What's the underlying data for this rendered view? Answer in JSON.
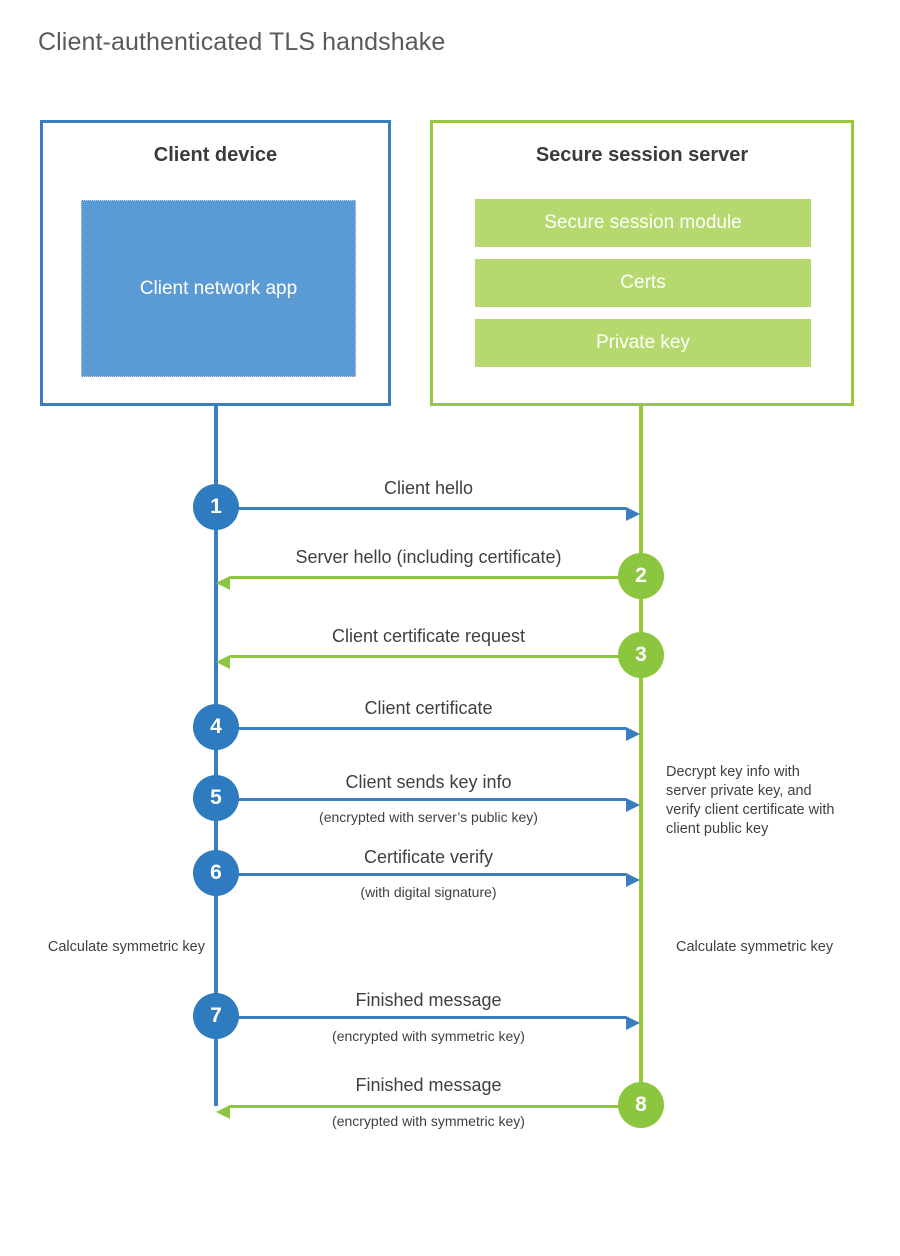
{
  "title": "Client-authenticated TLS handshake",
  "colors": {
    "client_blue_border": "#3a7ebf",
    "client_app_fill": "#5b9bd5",
    "server_green_border": "#97c93d",
    "server_module_fill": "#b5d96f",
    "arrow_blue": "#3a7ebf",
    "arrow_green": "#8cc63f",
    "step_blue": "#2e7cbf",
    "step_green": "#8cc63f",
    "text": "#3f3f3f",
    "title_text": "#5a5a5a",
    "background": "#ffffff"
  },
  "client": {
    "title": "Client device",
    "app_label": "Client network app"
  },
  "server": {
    "title": "Secure session server",
    "modules": [
      {
        "label": "Secure session module"
      },
      {
        "label": "Certs"
      },
      {
        "label": "Private key"
      }
    ]
  },
  "steps": [
    {
      "number": "1",
      "label": "Client hello",
      "sublabel": "",
      "direction": "client-to-server",
      "color": "blue"
    },
    {
      "number": "2",
      "label": "Server hello (including certificate)",
      "sublabel": "",
      "direction": "server-to-client",
      "color": "green"
    },
    {
      "number": "3",
      "label": "Client certificate request",
      "sublabel": "",
      "direction": "server-to-client",
      "color": "green"
    },
    {
      "number": "4",
      "label": "Client certificate",
      "sublabel": "",
      "direction": "client-to-server",
      "color": "blue"
    },
    {
      "number": "5",
      "label": "Client sends key info",
      "sublabel": "(encrypted with server’s public key)",
      "direction": "client-to-server",
      "color": "blue"
    },
    {
      "number": "6",
      "label": "Certificate verify",
      "sublabel": "(with digital signature)",
      "direction": "client-to-server",
      "color": "blue"
    },
    {
      "number": "7",
      "label": "Finished message",
      "sublabel": "(encrypted with symmetric key)",
      "direction": "client-to-server",
      "color": "blue"
    },
    {
      "number": "8",
      "label": "Finished message",
      "sublabel": "(encrypted with symmetric key)",
      "direction": "server-to-client",
      "color": "green"
    }
  ],
  "notes": {
    "server_decrypt": "Decrypt key info with server private key, and verify client certificate with client public key",
    "client_calculate": "Calculate symmetric key",
    "server_calculate": "Calculate symmetric key"
  }
}
